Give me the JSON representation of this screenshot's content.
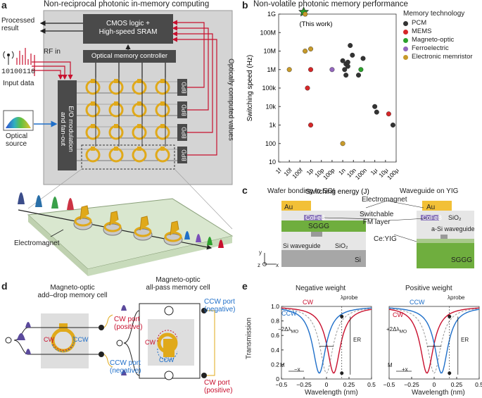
{
  "panel_a": {
    "label": "a",
    "title": "Non-reciprocal photonic in-memory computing",
    "processed_result": [
      "Processed",
      "result"
    ],
    "rf_in": "RF in",
    "input_data": "Input data",
    "bits": "10100110",
    "optical_source": [
      "Optical",
      "source"
    ],
    "cmos": [
      "CMOS logic +",
      "High-speed SRAM"
    ],
    "controller": "Optical memory controller",
    "eo": [
      "E/O modulation",
      "and fan-out"
    ],
    "bpd": "BPD",
    "side_label": "Optically computed values",
    "electromagnet": "Electromagnet"
  },
  "panel_b": {
    "label": "b",
    "legend_title": "Memory technology",
    "legend": [
      "PCM",
      "MEMS",
      "Magneto-optic",
      "Ferroelectric",
      "Electronic memristor"
    ],
    "colors": {
      "PCM": "#333333",
      "MEMS": "#d62728",
      "Magneto-optic": "#2ca02c",
      "Ferroelectric": "#9467bd",
      "Electronic memristor": "#c79a2a"
    }
  },
  "chart_data": {
    "type": "scatter",
    "title": "Non-volatile photonic memory performance",
    "xlabel": "Switching energy (J)",
    "ylabel": "Switching speed (Hz)",
    "x_scale": "log",
    "y_scale": "log",
    "xlim": [
      1e-15,
      0.0001
    ],
    "ylim": [
      10,
      1000000000.0
    ],
    "x_ticks": [
      "1f",
      "10f",
      "100f",
      "1p",
      "10p",
      "100p",
      "1n",
      "10n",
      "100n",
      "1μ",
      "10μ",
      "100μ"
    ],
    "y_ticks": [
      "10",
      "100",
      "1k",
      "10k",
      "100k",
      "1M",
      "10M",
      "100M",
      "1G"
    ],
    "annotation": "(This work)",
    "series": [
      {
        "name": "PCM",
        "points": [
          [
            1e-09,
            3000000.0
          ],
          [
            2e-09,
            2000000.0
          ],
          [
            1.5e-09,
            1000000.0
          ],
          [
            3e-09,
            1500000.0
          ],
          [
            5e-09,
            20000000.0
          ],
          [
            3e-09,
            2500000.0
          ],
          [
            2e-09,
            500000.0
          ],
          [
            8e-09,
            6000000.0
          ],
          [
            3e-08,
            500000.0
          ],
          [
            8e-08,
            4000000.0
          ],
          [
            1e-06,
            10000.0
          ],
          [
            1.5e-06,
            5000.0
          ],
          [
            5e-05,
            1000.0
          ]
        ]
      },
      {
        "name": "MEMS",
        "points": [
          [
            1e-12,
            1000000.0
          ],
          [
            5e-13,
            100000.0
          ],
          [
            1e-12,
            1000.0
          ],
          [
            2e-05,
            4000.0
          ]
        ]
      },
      {
        "name": "Magneto-optic",
        "points": [
          [
            2.2e-13,
            1300000000.0
          ],
          [
            5e-08,
            1000000.0
          ]
        ]
      },
      {
        "name": "Ferroelectric",
        "points": [
          [
            1e-10,
            1000000.0
          ]
        ]
      },
      {
        "name": "Electronic memristor",
        "points": [
          [
            1e-14,
            1000000.0
          ],
          [
            3e-13,
            1000000000.0
          ],
          [
            3e-13,
            10000000.0
          ],
          [
            1e-12,
            13000000.0
          ],
          [
            1e-09,
            100
          ]
        ]
      }
    ]
  },
  "panel_c": {
    "label": "c",
    "left_title": "Wafer bonding to SOI",
    "right_title": "Waveguide on YIG",
    "au": "Au",
    "electromagnet": "Electromagnet",
    "switchable": [
      "Switchable",
      "FM layer"
    ],
    "cofeb": "CoFeB",
    "sggg": "SGGG",
    "si_wg": "Si waveguide",
    "sio2": "SiO₂",
    "si": "Si",
    "asi": "a-Si waveguide",
    "ceyig": "Ce:YIG",
    "axis_y": "y",
    "axis_x": "x",
    "axis_z": "z"
  },
  "panel_d": {
    "label": "d",
    "left_title": [
      "Magneto-optic",
      "add–drop memory cell"
    ],
    "right_title": [
      "Magneto-optic",
      "all-pass memory cell"
    ],
    "cw": "CW",
    "ccw": "CCW",
    "cw_port_pos": [
      "CW port",
      "(positive)"
    ],
    "ccw_port_neg": [
      "CCW port",
      "(negative)"
    ]
  },
  "panel_e": {
    "label": "e",
    "left_title": "Negative weight",
    "right_title": "Positive weight",
    "ylabel": "Transmission",
    "xlabel": "Wavelength (nm)",
    "cw": "CW",
    "ccw": "CCW",
    "probe": "λprobe",
    "neg_shift": "−2Δλ",
    "pos_shift": "+2Δλ",
    "mo": "MO",
    "er": "ER",
    "m": "M",
    "neg_dir": "−x",
    "pos_dir": "+x",
    "y_ticks": [
      "0",
      "0.2",
      "0.4",
      "0.6",
      "0.8",
      "1.0"
    ],
    "x_ticks": [
      "−0.5",
      "−0.25",
      "0",
      "0.25",
      "0.5"
    ]
  }
}
